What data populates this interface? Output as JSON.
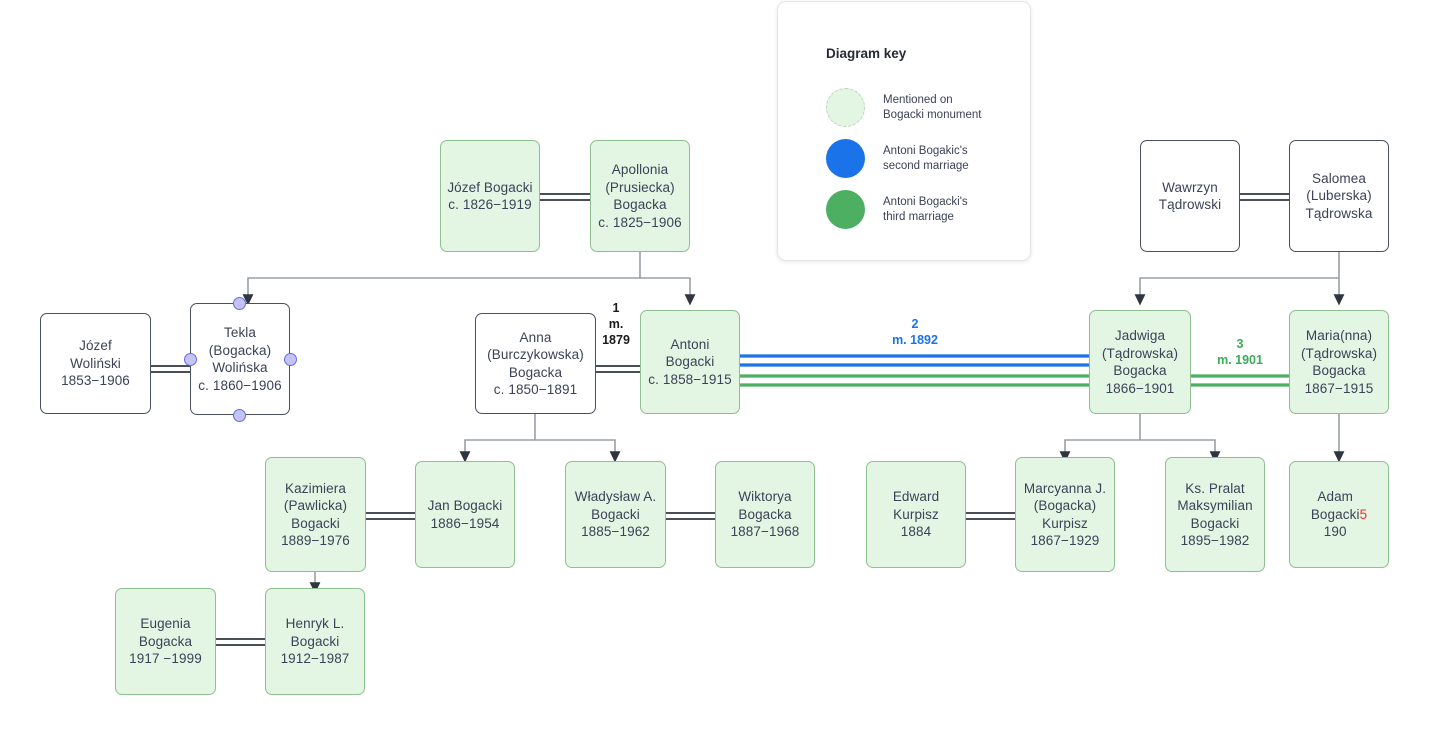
{
  "legend": {
    "title": "Diagram key",
    "items": [
      {
        "swatch": "pale",
        "color": "#e3f5e3",
        "label": "Mentioned on\nBogacki monument"
      },
      {
        "swatch": "blue",
        "color": "#1a73e8",
        "label": "Antoni Bogakic's\nsecond marriage"
      },
      {
        "swatch": "green",
        "color": "#4caf61",
        "label": "Antoni Bogacki's\nthird marriage"
      }
    ]
  },
  "nodes": [
    {
      "id": "jozef_bogacki",
      "text": "Józef Bogacki\nc. 1826−1919",
      "style": "green"
    },
    {
      "id": "apollonia",
      "text": "Apollonia\n(Prusiecka)\nBogacka\nc. 1825−1906",
      "style": "green"
    },
    {
      "id": "wawrzyn",
      "text": "Wawrzyn\nTądrowski",
      "style": "white"
    },
    {
      "id": "salomea",
      "text": "Salomea\n(Luberska)\nTądrowska",
      "style": "white"
    },
    {
      "id": "jozef_wolinski",
      "text": "Józef\nWoliński\n1853−1906",
      "style": "white"
    },
    {
      "id": "tekla",
      "text": "Tekla\n(Bogacka)\nWolińska\nc. 1860−1906",
      "style": "selected"
    },
    {
      "id": "anna",
      "text": "Anna\n(Burczykowska)\nBogacka\nc. 1850−1891",
      "style": "white"
    },
    {
      "id": "antoni",
      "text": "Antoni\nBogacki\nc. 1858−1915",
      "style": "green"
    },
    {
      "id": "jadwiga",
      "text": "Jadwiga\n(Tądrowska)\nBogacka\n1866−1901",
      "style": "green"
    },
    {
      "id": "maria",
      "text": "Maria(nna)\n(Tądrowska)\nBogacka\n1867−1915",
      "style": "green"
    },
    {
      "id": "kazimiera",
      "text": "Kazimiera\n(Pawlicka)\nBogacki\n1889−1976",
      "style": "green"
    },
    {
      "id": "jan",
      "text": "Jan Bogacki\n1886−1954",
      "style": "green"
    },
    {
      "id": "wladyslaw",
      "text": "Władysław A.\nBogacki\n1885−1962",
      "style": "green"
    },
    {
      "id": "wiktorya",
      "text": "Wiktorya\nBogacka\n1887−1968",
      "style": "green"
    },
    {
      "id": "edward",
      "text": "Edward\nKurpisz\n1884",
      "style": "green"
    },
    {
      "id": "marcyanna",
      "text": "Marcyanna J.\n(Bogacka)\nKurpisz\n1867−1929",
      "style": "green"
    },
    {
      "id": "maksymilian",
      "text": "Ks. Pralat\nMaksymilian\nBogacki\n1895−1982",
      "style": "green"
    },
    {
      "id": "adam",
      "text": "Adam\nBogacki\n190",
      "style": "green",
      "suffix": "5",
      "suffix_color": "#ff2d2d"
    },
    {
      "id": "eugenia",
      "text": "Eugenia\nBogacka\n1917 −1999",
      "style": "green"
    },
    {
      "id": "henryk",
      "text": "Henryk L.\nBogacki\n1912−1987",
      "style": "green"
    }
  ],
  "edge_labels": [
    {
      "id": "marriage_1",
      "text": "1\nm.\n1879",
      "color": "#1a1a1a"
    },
    {
      "id": "marriage_2",
      "text": "2\nm. 1892",
      "color": "#1a73e8"
    },
    {
      "id": "marriage_3",
      "text": "3\nm. 1901",
      "color": "#3cab5a"
    }
  ]
}
